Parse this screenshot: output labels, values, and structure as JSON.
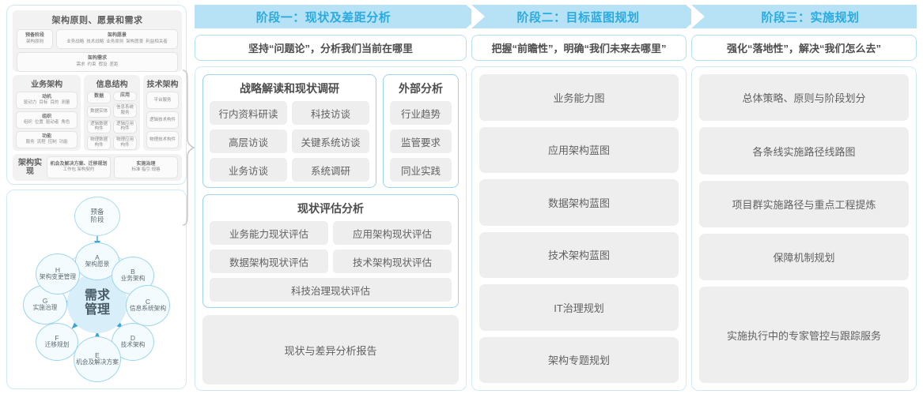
{
  "togaf": {
    "section1": {
      "title": "架构原则、愿景和需求",
      "prep": {
        "title": "预备阶段",
        "sub": "架构原则"
      },
      "vision": {
        "title": "架构愿景",
        "items": [
          "业务战略",
          "技术战略",
          "业务原则",
          "架构愿景",
          "利益相关者"
        ]
      },
      "requirements": {
        "title": "架构需求",
        "items": [
          "需求",
          "约束",
          "假设",
          "差距"
        ]
      }
    },
    "columns": [
      {
        "header": "业务架构",
        "groups": [
          {
            "title": "动机",
            "items": [
              "驱动力",
              "目标",
              "目的",
              "测量"
            ]
          },
          {
            "title": "组织",
            "items": [
              "组织",
              "位置",
              "驱动者",
              "角色"
            ]
          },
          {
            "title": "功能",
            "items": [
              "服务",
              "流程",
              "控制",
              "功能"
            ]
          }
        ]
      },
      {
        "header": "信息结构",
        "left": [
          {
            "title": "数据",
            "items": []
          },
          {
            "title": "数据实体",
            "items": []
          },
          {
            "title": "逻辑数据构件",
            "items": []
          },
          {
            "title": "物理数据构件",
            "items": []
          }
        ],
        "right": [
          {
            "title": "应用",
            "items": []
          },
          {
            "title": "信息系统服务",
            "items": []
          },
          {
            "title": "逻辑应用构件",
            "items": []
          },
          {
            "title": "物理应用构件",
            "items": []
          }
        ]
      },
      {
        "header": "技术架构",
        "groups": [
          {
            "title": "平台服务",
            "items": []
          },
          {
            "title": "逻辑技术构件",
            "items": []
          },
          {
            "title": "物理技术构件",
            "items": []
          }
        ]
      }
    ],
    "section3": {
      "label": "架构实现",
      "cells": [
        {
          "title": "机会及解决方案、迁移规划",
          "sub": "工作包  架构契约"
        },
        {
          "title": "实施治理",
          "sub": "标准  指引  规格"
        }
      ]
    }
  },
  "adm": {
    "center": "需求管理",
    "prep": "预备阶段",
    "nodes": [
      {
        "letter": "A",
        "label": "架构愿景"
      },
      {
        "letter": "B",
        "label": "业务架构"
      },
      {
        "letter": "C",
        "label": "信息系统架构"
      },
      {
        "letter": "D",
        "label": "技术架构"
      },
      {
        "letter": "E",
        "label": "机会及解决方案"
      },
      {
        "letter": "F",
        "label": "迁移规划"
      },
      {
        "letter": "G",
        "label": "实施治理"
      },
      {
        "letter": "H",
        "label": "架构变更管理"
      }
    ]
  },
  "phases": [
    {
      "band": "阶段一：现状及差距分析",
      "subtitle": "坚持“问题论”，分析我们当前在哪里"
    },
    {
      "band": "阶段二：目标蓝图规划",
      "subtitle": "把握“前瞻性”，明确“我们未来去哪里”"
    },
    {
      "band": "阶段三：实施规划",
      "subtitle": "强化“落地性”，解决“我们怎么去”"
    }
  ],
  "phase1": {
    "strategy": {
      "header": "战略解读和现状调研",
      "col_left": [
        "行内资料研读",
        "高层访谈",
        "业务访谈"
      ],
      "col_right": [
        "科技访谈",
        "关键系统访谈",
        "系统调研"
      ]
    },
    "external": {
      "header": "外部分析",
      "items": [
        "行业趋势",
        "监管要求",
        "同业实践"
      ]
    },
    "assessment": {
      "header": "现状评估分析",
      "grid": [
        "业务能力现状评估",
        "应用架构现状评估",
        "数据架构现状评估",
        "技术架构现状评估"
      ],
      "full": "科技治理现状评估"
    },
    "report": "现状与差异分析报告"
  },
  "phase2": {
    "items": [
      "业务能力图",
      "应用架构蓝图",
      "数据架构蓝图",
      "技术架构蓝图",
      "IT治理规划",
      "架构专题规划"
    ]
  },
  "phase3": {
    "items": [
      "总体策略、原则与阶段划分",
      "各条线实施路径线路图",
      "项目群实施路径与重点工程提炼",
      "保障机制规划",
      "实施执行中的专家管控与跟踪服务"
    ]
  },
  "colors": {
    "band": "#b7e1f4",
    "band_text": "#29abe2",
    "panel_border": "#cfe9f7",
    "card_border": "#9ed2ec",
    "chip_bg": "#eeeeee",
    "center_node": "#d8eef9"
  }
}
